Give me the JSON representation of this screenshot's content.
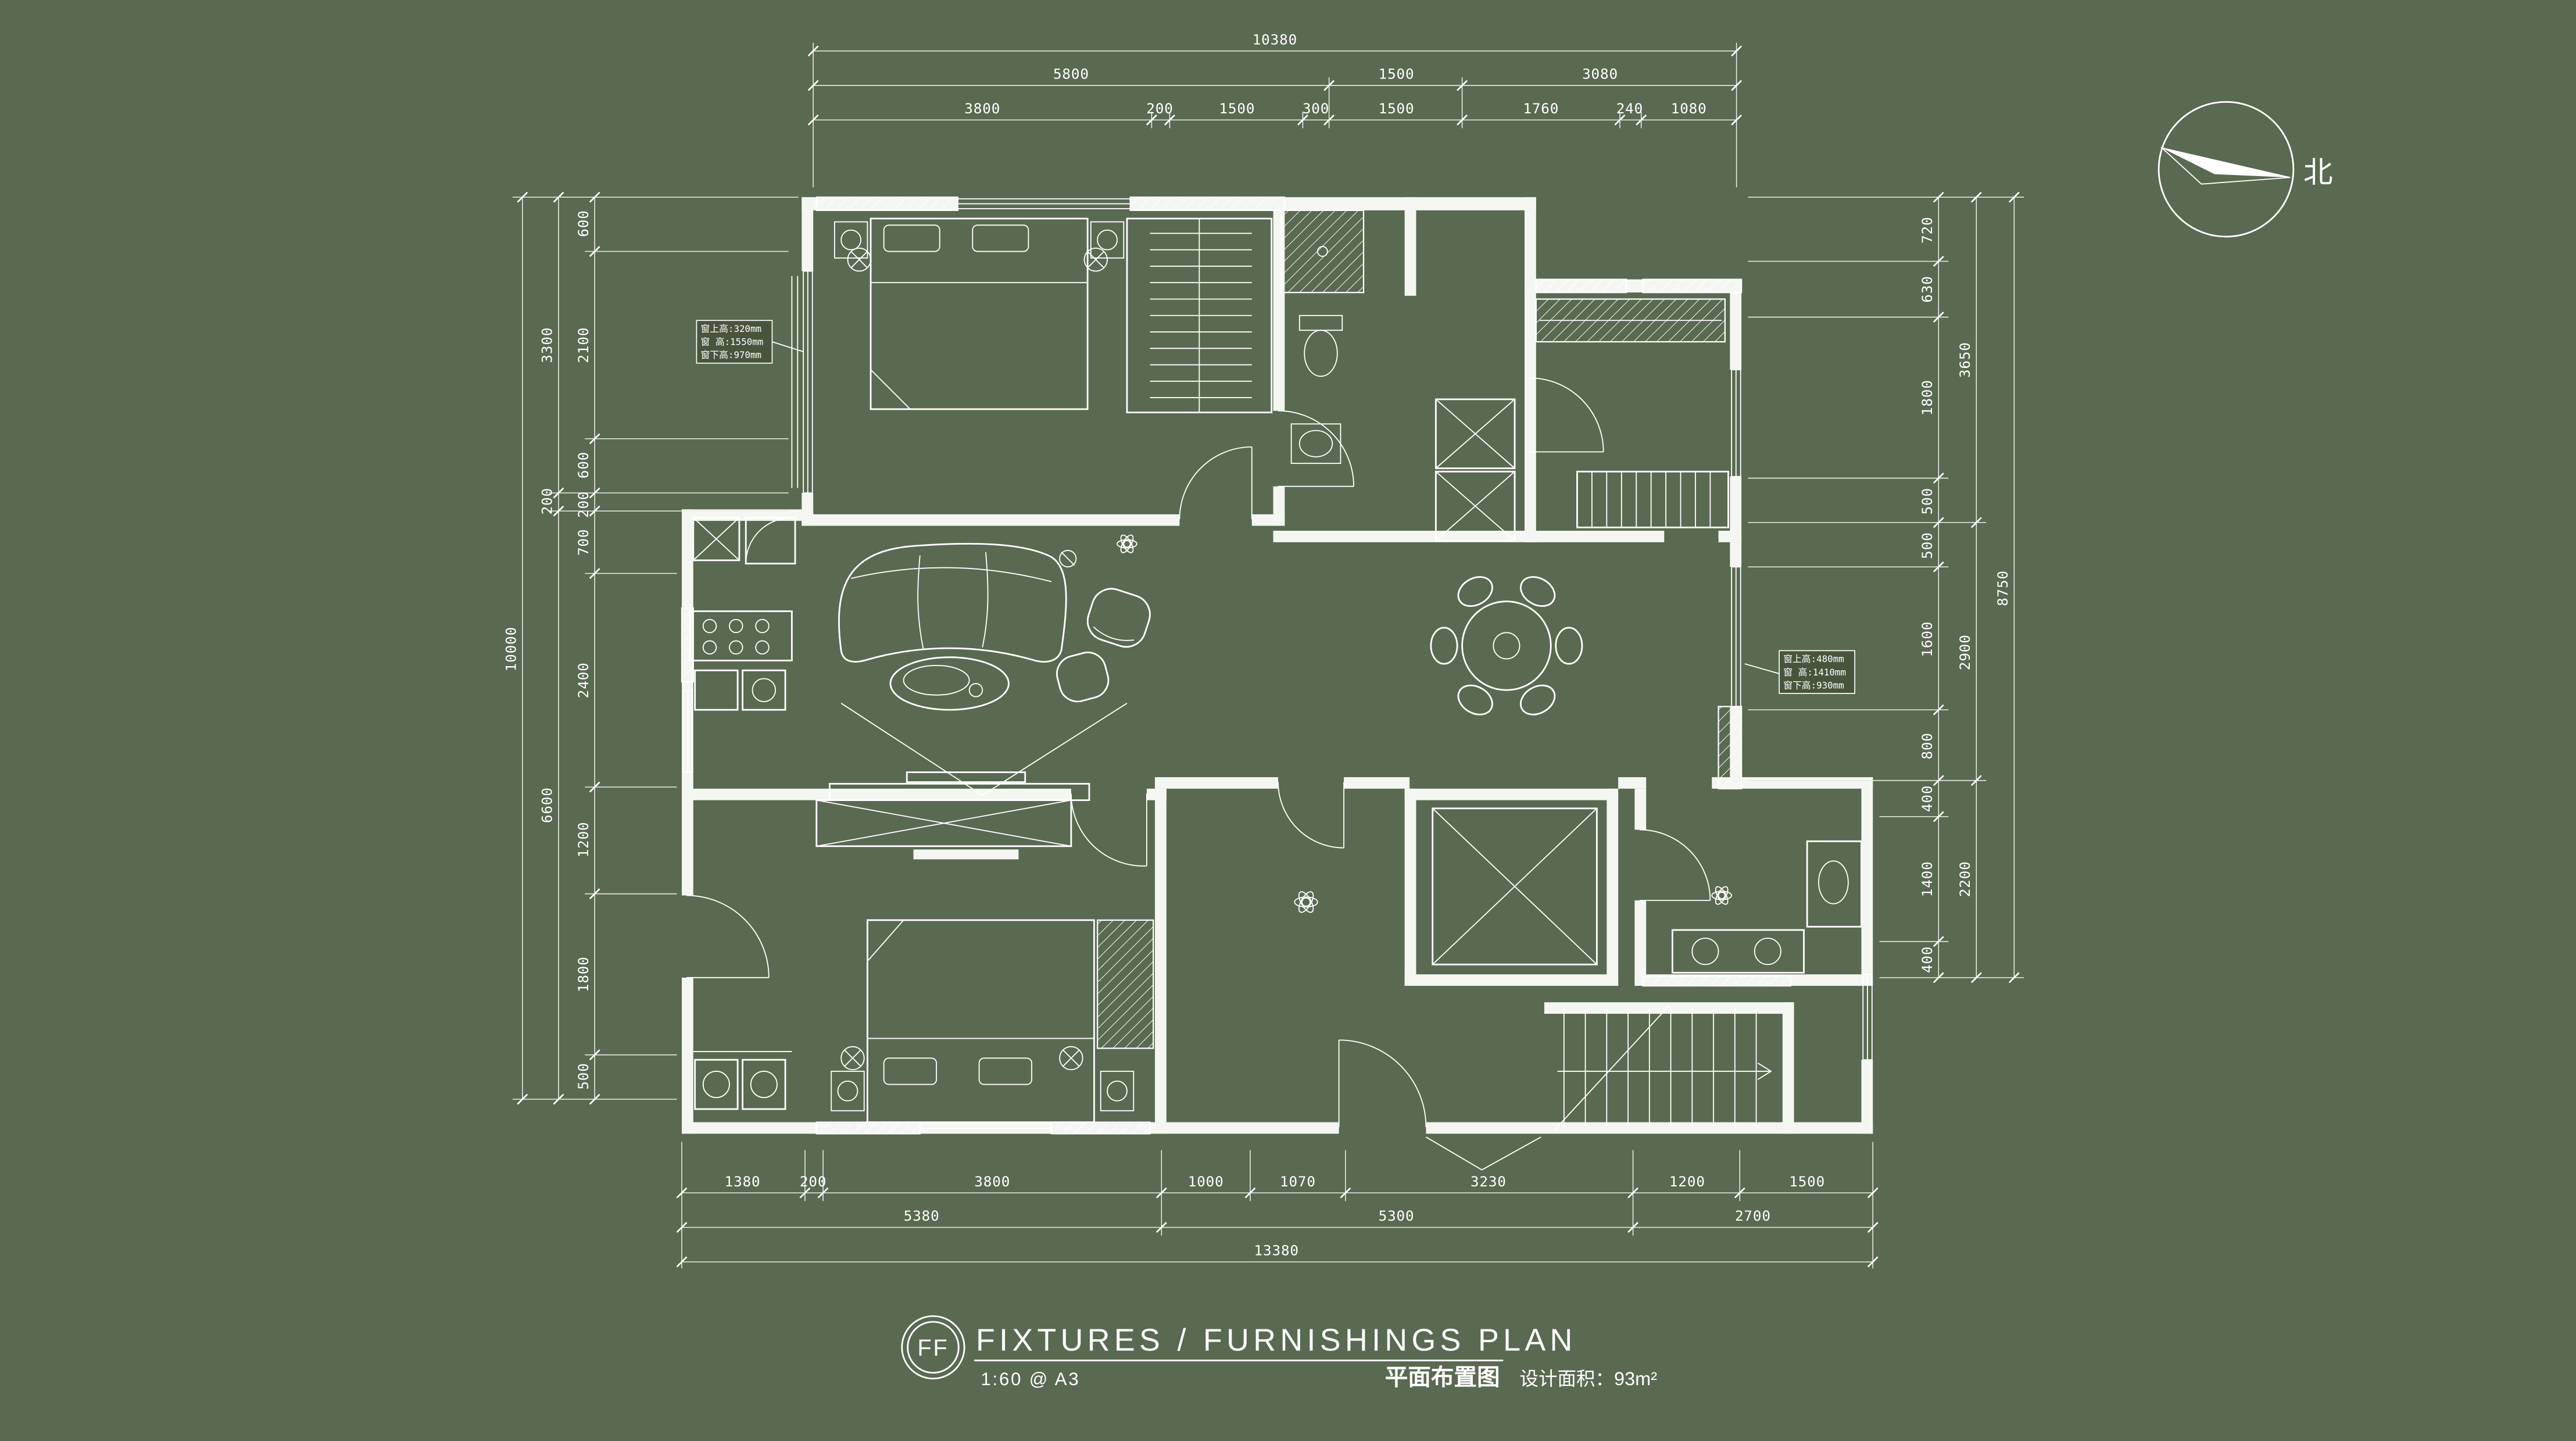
{
  "colors": {
    "background": "#5a6951",
    "line": "#ffffff"
  },
  "north": {
    "label": "北"
  },
  "title_block": {
    "tag": "FF",
    "title": "FIXTURES / FURNISHINGS PLAN",
    "scale_note": "1:60 @ A3",
    "cn_title": "平面布置图",
    "area_note": "设计面积：93m²"
  },
  "window_notes": {
    "left": {
      "l1": "窗上高:320mm",
      "l2": "窗 高:1550mm",
      "l3": "窗下高:970mm"
    },
    "right": {
      "l1": "窗上高:480mm",
      "l2": "窗 高:1410mm",
      "l3": "窗下高:930mm"
    }
  },
  "dims": {
    "top": {
      "overall": "10380",
      "row2": [
        "5800",
        "1500",
        "3080"
      ],
      "row3": [
        "3800",
        "200",
        "1500",
        "300",
        "1500",
        "1760",
        "240",
        "1080"
      ]
    },
    "bottom": {
      "row1": [
        "1380",
        "200",
        "3800",
        "1000",
        "1070",
        "3230",
        "1200",
        "1500"
      ],
      "row2": [
        "5380",
        "5300",
        "2700"
      ],
      "overall": "13380"
    },
    "left": {
      "overall": "10000",
      "mid": [
        "3300",
        "200",
        "6600"
      ],
      "inner": [
        "600",
        "2100",
        "600",
        "200",
        "700",
        "2400",
        "1200",
        "1800",
        "500"
      ]
    },
    "right": {
      "overall": "8750",
      "mid": [
        "3650",
        "2900",
        "2200"
      ],
      "inner": [
        "720",
        "630",
        "1800",
        "500",
        "500",
        "1600",
        "800",
        "400",
        "1400",
        "400"
      ]
    }
  }
}
